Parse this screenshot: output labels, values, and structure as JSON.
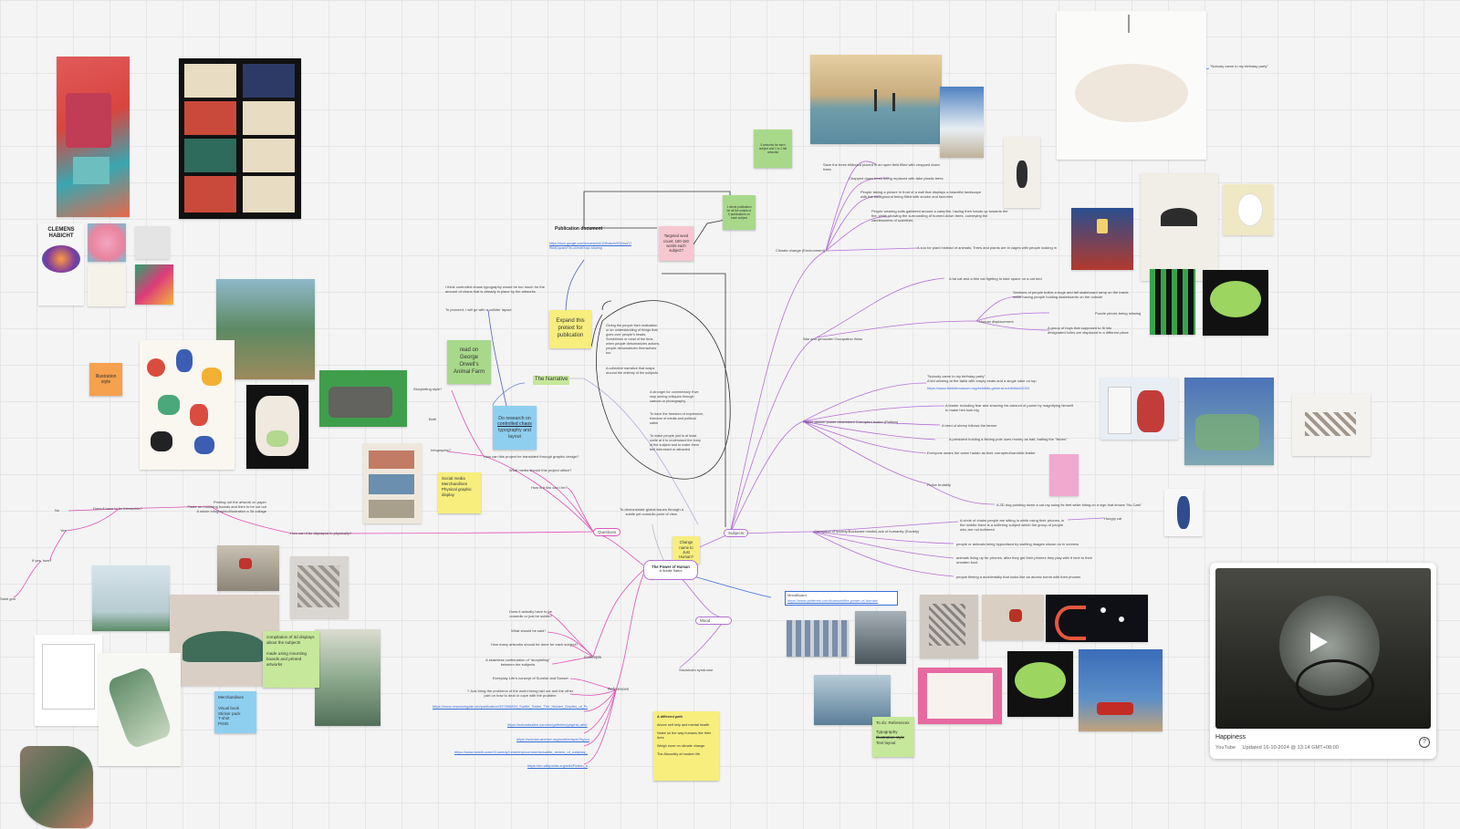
{
  "colors": {
    "yellow": "#f7ee7e",
    "green": "#a8d98a",
    "blue": "#8ecff0",
    "pink": "#f6c7d1",
    "orange": "#f6a14e",
    "purple": "#b56fd6",
    "magenta": "#e052b8",
    "link": "#3a6fd8"
  },
  "stickies": {
    "illustration_style": "Illustration style",
    "animal_farm": "read on George Orwell's Animal Farm",
    "expand_pretext": "Expand this pretext for publication",
    "do_research_pre": "Do research on",
    "do_research_link": "controlled chaos",
    "do_research_post": "typography and layout",
    "social_media": "Social media\nMerchandises\nPhysical graphic display",
    "targeted_word": "Targeted word count: 100-150 words each subject?",
    "change_name": "Change name to Just Human?",
    "compilation": "compilation of 3d displays about the subjects\n\nmade using mounting boards and printed artworks",
    "merchandises": "Merchandises\n\nVisual book\nSticker pack\nT-shirt\nPrints",
    "todo_title": "To do: References",
    "todo_items": [
      "Typography",
      "Illustration style",
      "Text layout"
    ],
    "different_path_title": "A different path",
    "different_path_items": [
      "Above self help and mental health",
      "Satire on the way humans live their lives",
      "Weigh more on climate change",
      "The Absurdity of modern life"
    ],
    "green_top": "5 artworks for each subject and 1 to 2 tall artworks",
    "green_right": "1 whole publication be all the scripts or 5 publications on each subject"
  },
  "labels": {
    "publication_doc": "Publication document",
    "publication_link": "https://docs.google.com/document/d/1Hfhdw4n9ZIj9ovzTJtxLttgbbs-RkMj1qzadVTtn-u0/edit?usp=sharing",
    "the_narrative": "The Narrative",
    "controlled_chaos_note": "I think controlled chaos typography would be too much for the amount of chaos that is already in place by the artworks",
    "proceed_note": "To proceed, I will go with a collider layout",
    "storytelling": "Storytelling style?",
    "both": "Both",
    "infographic": "Infographic?",
    "how_translated": "How can this project be translated through graphic design?",
    "what_media": "What media should this project utilize?",
    "how_link": "How is it link can I be?",
    "demonstrate": "To demonstrate global issues through a subtle yet comedic point of view.",
    "printing_out": "Printing out the artwork on paper\nPaste on mounting boards and then to be cut out\nA whole infographic/illustration a 3d collage",
    "does_interactive": "Does it have to be interactive?",
    "no": "No",
    "yes": "Yes",
    "if_yes_how": "If yes, how?",
    "how_displayed": "How can it be displayed in physically?",
    "tangrid": "Saint grid",
    "questions": "Questions",
    "subjects": "Subjects",
    "concepts": "Concepts",
    "references": "References",
    "mood": "Mood",
    "center_title": "The Power of Human",
    "center_sub": "A Subtle Satire",
    "does_need": "Does it actually have to be comedic or just be subtle?",
    "what_should": "What should be said?",
    "how_many": "How many artworks should be done for each subject?",
    "seamless": "A seamless continuation of \"storytelling\" between the subjects",
    "everyday": "Everyday Life's concept of Sunrise and Sunset",
    "bring_problems": "? Just bring the problems of the world being laid out and the other part on how to deal or cope with the problem",
    "stockholm": "Stockholm syndrome",
    "moodboard_title": "MoodBoard",
    "moodboard_link": "https://www.pinterest.com/kumaan/the-power-of-human/",
    "ref_links": [
      "https://www.researchgate.net/publication/337896894_Subtle_Satire_The_Hidden_Depths_of_Pupgames_Hirayama_Tales",
      "https://naturalsatire.com/en/galleries/graphic-arts/",
      "https://scholar.archive.org/work/edqckr7kyvcxxm7fk1ei3pquji",
      "https://www.reddit.com/r/ComedyCemetery/comments/subtle_review_of_coldplay_everyday_life/",
      "https://en.wikipedia.org/wiki/Fiction_of_Ramón_Pierotti"
    ],
    "climate": "Climate change (Environment)",
    "war": "War and genocide/ Occupation Wars",
    "human_displacement": "Human displacement",
    "power_abuse": "Power abuse/ power obsession/ Corrupted leader (Politics)",
    "police": "Police brutality",
    "corruption": "Corruption of society/Backward minds/Lack of humanity (Society)",
    "hungry_cat": "Hungry cat",
    "birthday_note": "\"Nobody came to my birthday party\"",
    "climate_items": [
      "Save the trees billboard placed in an open field filled with chopped down trees",
      "Chopped down trees being replaced with fake plastic trees",
      "People taking a picture in front of a wall that displays a beautiful landscape with the background being filled with smoke and factories",
      "People wearing suits gathered around a campfire, having their hands up towards the fire, while showing the surrounding of burned-down trees, conveying the carelessness of scientists"
    ],
    "zoo_note": "A zoo for plant instead of animals: Trees and plants are in cages with people looking in",
    "war_items": [
      "A fat cat and a thin cat fighting to take space on a cat bed",
      "Sections of people builds a huge and tall skateboard ramp on the inside while having people holding skateboards on the outside",
      "Puzzle pieces being missing",
      "A group of boys that supposed to fit into designated holes are displaced in a different place"
    ],
    "power_items": [
      "\"Nobody came to my birthday party\"\nA kid whining at the table with empty seats and a single cake on top",
      "https://www.thekidmuseum.org/exhibits-general-exhibition/2024",
      "A leader including fear and showing his amount of power by magnifying himself to make him look big",
      "A herd of sheep follows the farmer",
      "A president holding a fishing pole uses money as bait, baiting the \"fishes\"",
      "Everyone wears the same hairdo as their corrupted/narcistic leader"
    ],
    "police_item": "A 3D dog pointing down a cat ray using its feet while biting on a sign that shows \"No Cats\"",
    "society_items": [
      "A circle of chairs people are sitting in while using their phones, in the middle there is a suffering subject which the group of people who are not bothered",
      "people or animals being hypnotised by swirling images shown on tv screens",
      "animals lining up for phones, after they get their phones they play with it next to their uneaten food",
      "people filming a accidentally that looks like an atomic bomb with their phones"
    ],
    "narrative_items": [
      "Giving the people their realization or an understanding of things that goes over people's heads. Sometimes or most of the time, when people dehumanizes actions, people dehumanizes themselves too.",
      "A collective narrative that wraps around the entirety of the subjects",
      "A stronger for commentary if we stop seeing critiques through cartoon or photography",
      "To have the freedom of expression, freedom of media and political satire",
      "To make people just to at least smile at it to understand the irony of the subject and to make them feel interested or attracted"
    ],
    "birthday_label": "\"Nobody came to my birthday party\""
  },
  "video_card": {
    "title": "Happiness",
    "source": "YouTube",
    "updated": "Updated 16-10-2024 @ 13:14 GMT+08:00"
  },
  "images": {
    "poster_left": "Clemens Habicht poster",
    "eyes_grid": "surreal eye illustrations grid"
  }
}
